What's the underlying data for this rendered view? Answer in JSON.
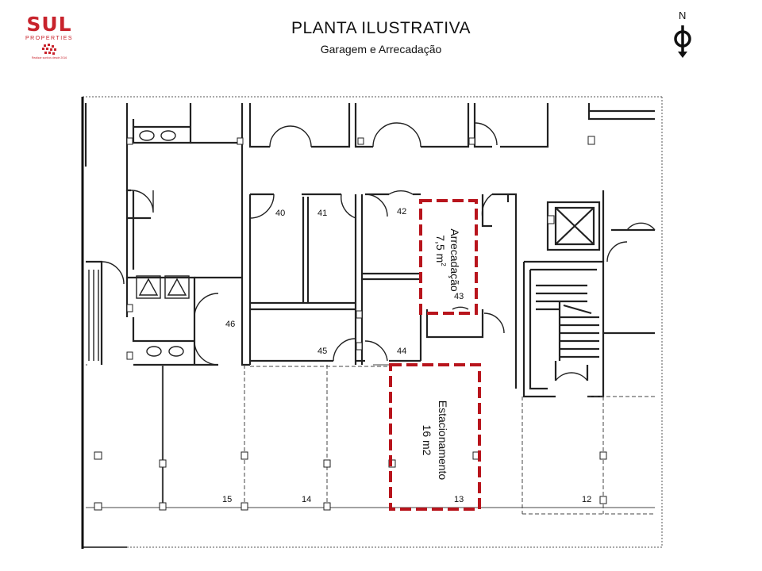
{
  "logo": {
    "brand": "SUL",
    "sub": "PROPERTIES",
    "tagline": "Realizar sonhos desde 2016",
    "accent_color": "#c8232c"
  },
  "header": {
    "title": "PLANTA ILUSTRATIVA",
    "subtitle": "Garagem e Arrecadação"
  },
  "north": {
    "label": "N",
    "icon": "north-arrow-icon"
  },
  "plan": {
    "rooms": {
      "r40": "40",
      "r41": "41",
      "r42": "42",
      "r43": "43",
      "r44": "44",
      "r45": "45",
      "r46": "46"
    },
    "spaces": {
      "s15": "15",
      "s14": "14",
      "s13": "13",
      "s12": "12"
    },
    "highlight_storage": {
      "name": "Arrecadação",
      "area": "7,5 m",
      "area_sup": "2"
    },
    "highlight_parking": {
      "name": "Estacionamento",
      "area": "16 m2"
    },
    "highlight_color": "#b8141c"
  }
}
